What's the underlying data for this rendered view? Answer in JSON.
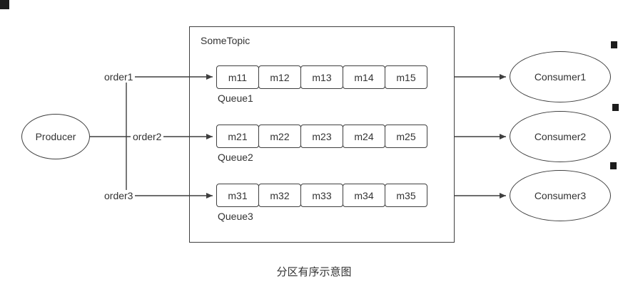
{
  "producer": {
    "label": "Producer"
  },
  "topic": {
    "label": "SomeTopic"
  },
  "orders": [
    {
      "label": "order1"
    },
    {
      "label": "order2"
    },
    {
      "label": "order3"
    }
  ],
  "queues": [
    {
      "label": "Queue1",
      "messages": [
        "m11",
        "m12",
        "m13",
        "m14",
        "m15"
      ]
    },
    {
      "label": "Queue2",
      "messages": [
        "m21",
        "m22",
        "m23",
        "m24",
        "m25"
      ]
    },
    {
      "label": "Queue3",
      "messages": [
        "m31",
        "m32",
        "m33",
        "m34",
        "m35"
      ]
    }
  ],
  "consumers": [
    {
      "label": "Consumer1"
    },
    {
      "label": "Consumer2"
    },
    {
      "label": "Consumer3"
    }
  ],
  "caption": "分区有序示意图",
  "colors": {
    "stroke": "#3f3f3f",
    "text": "#333333",
    "background": "#ffffff"
  }
}
